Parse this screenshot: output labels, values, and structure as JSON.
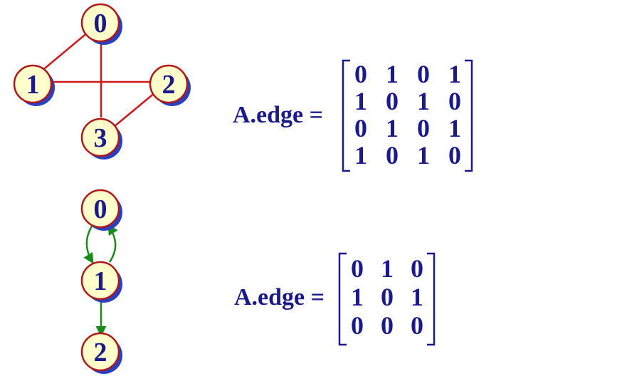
{
  "colors": {
    "node_fill": "#ffffcc",
    "node_stroke": "#b01818",
    "node_shadow": "#2b3fbf",
    "text": "#1a1a8c",
    "undirected_edge": "#cc1a1a",
    "directed_edge": "#1a8a1a",
    "matrix": "#1a1a8c"
  },
  "graph1": {
    "nodes": [
      "0",
      "1",
      "2",
      "3"
    ],
    "edges": [
      [
        "0",
        "1"
      ],
      [
        "0",
        "3"
      ],
      [
        "1",
        "2"
      ],
      [
        "2",
        "3"
      ]
    ],
    "directed": false,
    "matrix_label": "A.edge =",
    "matrix": [
      [
        "0",
        "1",
        "0",
        "1"
      ],
      [
        "1",
        "0",
        "1",
        "0"
      ],
      [
        "0",
        "1",
        "0",
        "1"
      ],
      [
        "1",
        "0",
        "1",
        "0"
      ]
    ]
  },
  "graph2": {
    "nodes": [
      "0",
      "1",
      "2"
    ],
    "edges": [
      [
        "0",
        "1"
      ],
      [
        "1",
        "0"
      ],
      [
        "1",
        "2"
      ]
    ],
    "directed": true,
    "matrix_label": "A.edge =",
    "matrix": [
      [
        "0",
        "1",
        "0"
      ],
      [
        "1",
        "0",
        "1"
      ],
      [
        "0",
        "0",
        "0"
      ]
    ]
  }
}
